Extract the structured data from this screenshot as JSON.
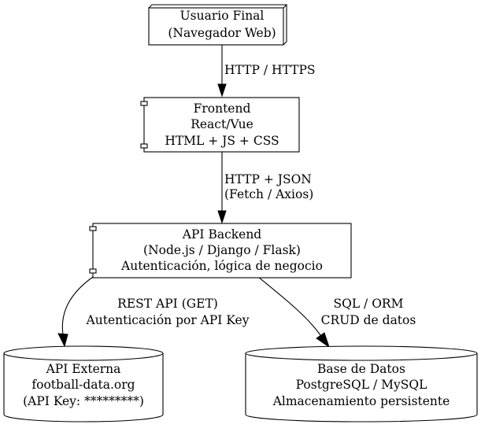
{
  "nodes": {
    "user": {
      "lines": [
        "Usuario Final",
        "(Navegador Web)"
      ]
    },
    "frontend": {
      "lines": [
        "Frontend",
        "React/Vue",
        "HTML + JS + CSS"
      ]
    },
    "backend": {
      "lines": [
        "API Backend",
        "(Node.js / Django / Flask)",
        "Autenticación, lógica de negocio"
      ]
    },
    "external_api": {
      "lines": [
        "API Externa",
        "football-data.org",
        "(API Key: *********)"
      ]
    },
    "database": {
      "lines": [
        "Base de Datos",
        "PostgreSQL / MySQL",
        "Almacenamiento persistente"
      ]
    }
  },
  "edges": {
    "user_to_frontend": {
      "lines": [
        "HTTP / HTTPS"
      ]
    },
    "frontend_to_backend": {
      "lines": [
        "HTTP + JSON",
        "(Fetch / Axios)"
      ]
    },
    "backend_to_external": {
      "lines": [
        "REST API (GET)",
        "Autenticación por API Key"
      ]
    },
    "backend_to_database": {
      "lines": [
        "SQL / ORM",
        "CRUD de datos"
      ]
    }
  },
  "colors": {
    "stroke": "#000000",
    "fill": "#ffffff",
    "text": "#000000"
  }
}
